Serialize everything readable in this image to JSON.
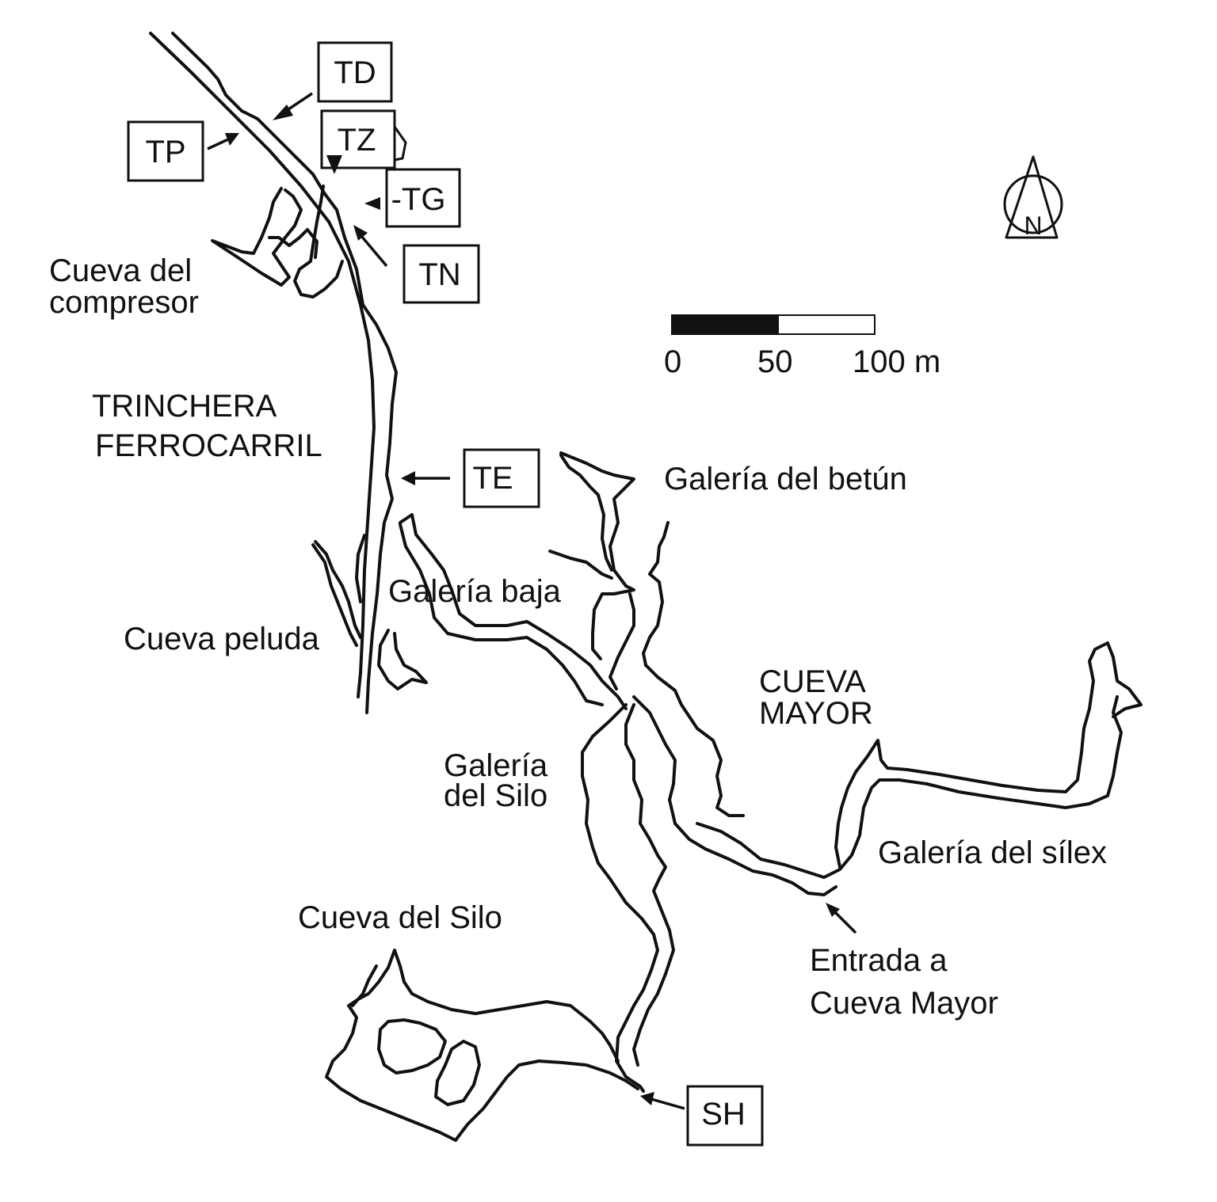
{
  "sites": {
    "td": "TD",
    "tz": "TZ",
    "tp": "TP",
    "tg": "-TG",
    "tn": "TN",
    "te": "TE",
    "sh": "SH"
  },
  "places": {
    "cueva_compresor_1": "Cueva del",
    "cueva_compresor_2": "compresor",
    "trinchera_1": "TRINCHERA",
    "trinchera_2": "FERROCARRIL",
    "galeria_betun": "Galería del betún",
    "galeria_baja": "Galería baja",
    "cueva_peluda": "Cueva peluda",
    "cueva_mayor_1": "CUEVA",
    "cueva_mayor_2": "MAYOR",
    "galeria_silo_1": "Galería",
    "galeria_silo_2": "del Silo",
    "galeria_silex": "Galería del sílex",
    "cueva_silo": "Cueva del Silo",
    "entrada_1": "Entrada a",
    "entrada_2": "Cueva Mayor"
  },
  "scale_bar": {
    "tick_0": "0",
    "tick_50": "50",
    "tick_100": "100 m"
  },
  "north_arrow": {
    "letter": "N"
  }
}
